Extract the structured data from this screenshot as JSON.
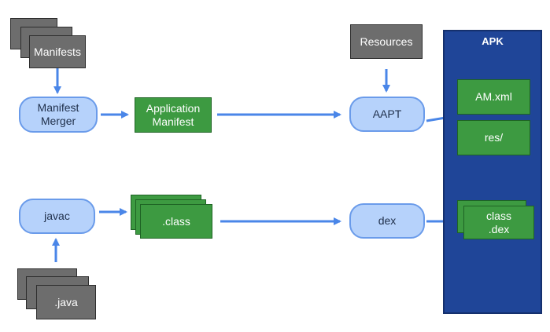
{
  "nodes": {
    "manifests": "Manifests",
    "manifest_merger": [
      "Manifest",
      "Merger"
    ],
    "application_manifest": [
      "Application",
      "Manifest"
    ],
    "resources": "Resources",
    "aapt": "AAPT",
    "apk": "APK",
    "am_xml": "AM.xml",
    "res": "res/",
    "javac": "javac",
    "class_files": ".class",
    "dex": "dex",
    "class_dex": [
      "class",
      ".dex"
    ],
    "java_files": ".java"
  },
  "colors": {
    "file_gray": "#6d6d6d",
    "artifact_green": "#3d9a41",
    "tool_blue": "#b6d2fb",
    "arrow_blue": "#4a86e8",
    "apk_navy": "#1f4598"
  }
}
